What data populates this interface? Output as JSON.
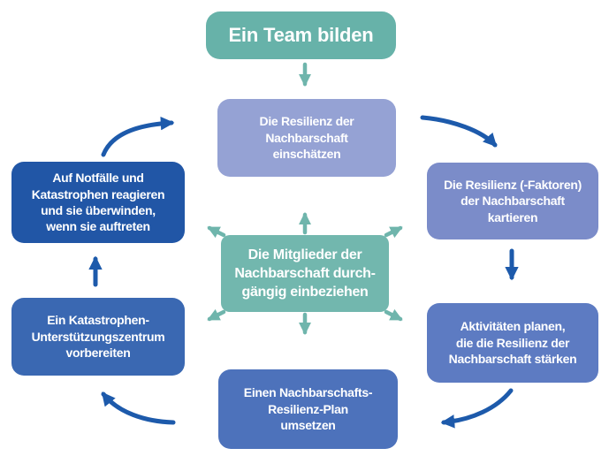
{
  "diagram": {
    "title_box": {
      "label": "Ein Team bilden",
      "color": "#67b2a9"
    },
    "center_box": {
      "label": "Die Mitglieder der\nNachbarschaft durch-\ngängig einbeziehen",
      "color": "#72b7ae"
    },
    "cycle_nodes": [
      {
        "id": "assess",
        "label": "Die Resilienz der\nNachbarschaft\neinschätzen",
        "color": "#95a2d4"
      },
      {
        "id": "map",
        "label": "Die Resilienz (-Faktoren)\nder Nachbarschaft\nkartieren",
        "color": "#7b8cc9"
      },
      {
        "id": "plan",
        "label": "Aktivitäten planen,\ndie die Resilienz der\nNachbarschaft stärken",
        "color": "#5d7bc2"
      },
      {
        "id": "implement",
        "label": "Einen Nachbarschafts-\nResilienz-Plan\numsetzen",
        "color": "#4d72bb"
      },
      {
        "id": "prepare",
        "label": "Ein Katastrophen-\nUnterstützungszentrum\nvorbereiten",
        "color": "#3a68b2"
      },
      {
        "id": "respond",
        "label": "Auf Notfälle und\nKatastrophen reagieren\nund sie überwinden,\nwenn sie auftreten",
        "color": "#2156a6"
      }
    ],
    "colors": {
      "cycle_arrow": "#1d5aab",
      "center_arrow": "#6fb5ac",
      "text": "#ffffff",
      "background": "#ffffff"
    }
  }
}
